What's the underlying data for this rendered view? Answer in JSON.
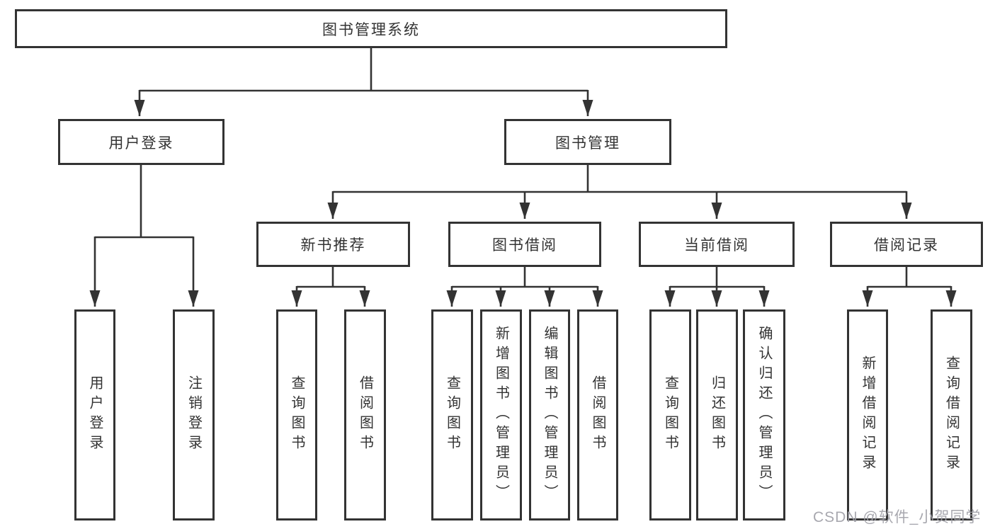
{
  "root": {
    "label": "图书管理系统"
  },
  "level2": {
    "user_login": "用户登录",
    "book_mgmt": "图书管理"
  },
  "level3": {
    "new_books": "新书推荐",
    "borrow": "图书借阅",
    "current": "当前借阅",
    "records": "借阅记录"
  },
  "leaves": {
    "user_login": [
      "用户登录",
      "注销登录"
    ],
    "new_books": [
      "查询图书",
      "借阅图书"
    ],
    "borrow": [
      "查询图书",
      "新增图书（管理员）",
      "编辑图书（管理员）",
      "借阅图书"
    ],
    "current": [
      "查询图书",
      "归还图书",
      "确认归还（管理员）"
    ],
    "records": [
      "新增借阅记录",
      "查询借阅记录"
    ]
  },
  "watermark": "CSDN @软件_小贺同学",
  "colors": {
    "line": "#333333",
    "text": "#333333",
    "box_fill": "#ffffff",
    "watermark": "#9e9ea6"
  }
}
